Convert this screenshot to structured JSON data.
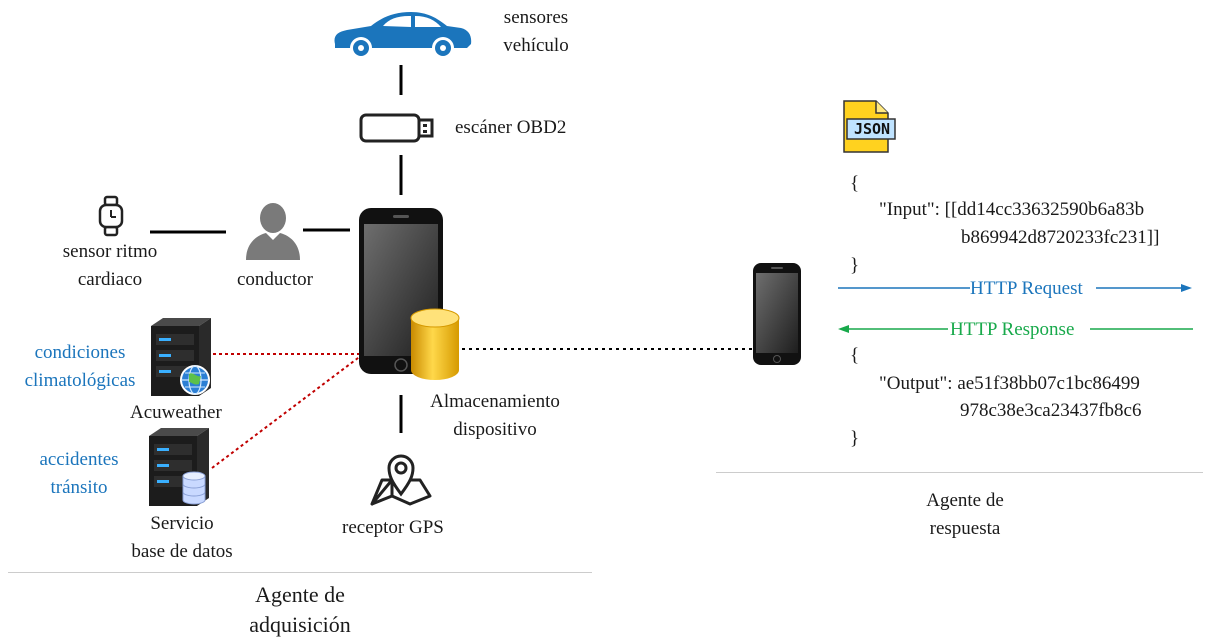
{
  "acquisition": {
    "vehicle_label_1": "sensores",
    "vehicle_label_2": "vehículo",
    "obd_label": "escáner OBD2",
    "hr_label_1": "sensor ritmo",
    "hr_label_2": "cardiaco",
    "driver_label": "conductor",
    "weather_label_1": "condiciones",
    "weather_label_2": "climatológicas",
    "weather_server_label": "Acuweather",
    "accidents_label_1": "accidentes",
    "accidents_label_2": "tránsito",
    "db_server_label_1": "Servicio",
    "db_server_label_2": "base de datos",
    "storage_label_1": "Almacenamiento",
    "storage_label_2": "dispositivo",
    "gps_label": "receptor GPS",
    "agent_label_1": "Agente de",
    "agent_label_2": "adquisición"
  },
  "response": {
    "json_badge": "JSON",
    "request_open": "{",
    "input_line_1": "\"Input\": [[dd14cc33632590b6a83b",
    "input_line_2": "b869942d8720233fc231]]",
    "request_close": "}",
    "http_request": "HTTP Request",
    "http_response": "HTTP Response",
    "response_open": "{",
    "output_line_1": "\"Output\": ae51f38bb07c1bc86499",
    "output_line_2": "978c38e3ca23437fb8c6",
    "response_close": "}",
    "agent_label_1": "Agente de",
    "agent_label_2": "respuesta"
  },
  "colors": {
    "car": "#1b75bc",
    "link_blue": "#1b75bc",
    "link_green": "#18a94b",
    "dotted_red": "#c00000",
    "storage_gold": "#f5b800",
    "json_yellow": "#ffd21f"
  }
}
